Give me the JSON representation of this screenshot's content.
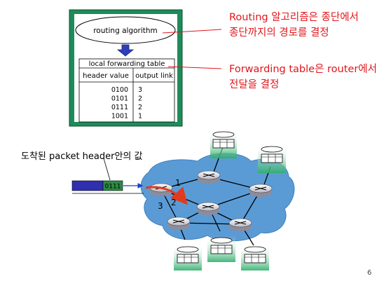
{
  "router_box": {
    "algorithm_label": "routing algorithm",
    "table_title": "local forwarding table",
    "columns": [
      "header value",
      "output link"
    ],
    "rows": [
      {
        "header": "0100",
        "link": "3"
      },
      {
        "header": "0101",
        "link": "2"
      },
      {
        "header": "0111",
        "link": "2"
      },
      {
        "header": "1001",
        "link": "1"
      }
    ]
  },
  "annotations": {
    "routing_line1": "Routing 알고리즘은 종단에서",
    "routing_line2": "종단까지의 경로를 결정",
    "forwarding_line1": "Forwarding table은 router에서",
    "forwarding_line2": "전달을 결정",
    "packet_caption": "도착된 packet header안의 값"
  },
  "packet": {
    "header_value": "0111"
  },
  "links": {
    "one": "1",
    "two": "2",
    "three": "3"
  },
  "page_number": "6",
  "colors": {
    "annotation_red": "#e0161b",
    "cloud_blue": "#5b9bd5",
    "router_box_green": "#1e8c5a",
    "packet_blue": "#2f2fb0",
    "packet_header_green": "#2c8a44",
    "arrow_red": "#e03b1e"
  }
}
